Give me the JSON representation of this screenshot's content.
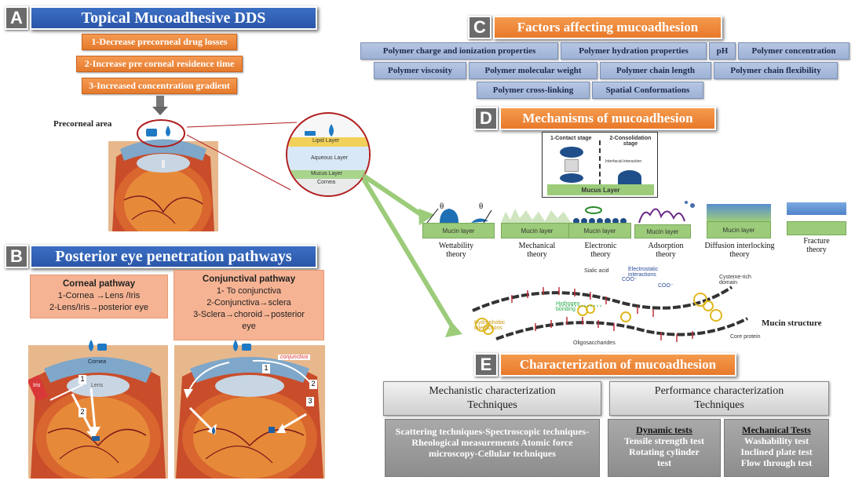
{
  "sectionA": {
    "letter": "A",
    "title": "Topical Mucoadhesive DDS",
    "steps": [
      "1-Decrease precorneal drug losses",
      "2-Increase pre corneal residence time",
      "3-Increased concentration gradient"
    ],
    "precorneal_label": "Precorneal area",
    "layers": {
      "lipid": "Lipid Layer",
      "aqueous": "Aqueous Layer",
      "mucus": "Mucus Layer",
      "cornea": "Cornea"
    }
  },
  "sectionB": {
    "letter": "B",
    "title": "Posterior eye penetration pathways",
    "corneal": {
      "heading": "Corneal pathway",
      "lines": [
        "1-Cornea →Lens /Iris",
        "2-Lens/Iris→posterior eye"
      ]
    },
    "conjunctival": {
      "heading": "Conjunctival pathway",
      "lines": [
        "1- To conjunctiva",
        "2-Conjunctiva→sclera",
        "3-Sclera→choroid→posterior",
        "eye"
      ]
    },
    "eye1_labels": {
      "cornea": "Cornea",
      "lens": "Lens",
      "iris": "Iris",
      "n1": "1",
      "n2": "2"
    },
    "eye2_labels": {
      "conjunctiva": "conjunctiva",
      "n1": "1",
      "n2": "2",
      "n3": "3"
    }
  },
  "sectionC": {
    "letter": "C",
    "title": "Factors affecting mucoadhesion",
    "factors_row1": [
      "Polymer charge and ionization properties",
      "Polymer hydration properties",
      "pH",
      "Polymer concentration"
    ],
    "factors_row2": [
      "Polymer viscosity",
      "Polymer molecular weight",
      "Polymer chain length",
      "Polymer chain flexibility"
    ],
    "factors_row3": [
      "Polymer cross-linking",
      "Spatial Conformations"
    ]
  },
  "sectionD": {
    "letter": "D",
    "title": "Mechanisms of mucoadhesion",
    "stages": {
      "contact": "1-Contact stage",
      "consolidation": "2-Consolidation stage",
      "interaction": "Interfacial interaction",
      "mucus": "Mucus Layer"
    },
    "theories": [
      {
        "name": "Wettability theory",
        "bar": "Mucin layer"
      },
      {
        "name": "Mechanical theory",
        "bar": "Mucin layer"
      },
      {
        "name": "Electronic theory",
        "bar": "Mucin layer"
      },
      {
        "name": "Adsorption theory",
        "bar": "Mucin layer"
      },
      {
        "name": "Diffusion interlocking theory",
        "bar": "Mucin layer"
      },
      {
        "name": "Fracture theory",
        "bar": ""
      }
    ],
    "mucin": {
      "label": "Mucin structure",
      "sialic": "Sialic acid",
      "electrostatic": "Electrostatic interactions",
      "coo1": "COO⁻",
      "coo2": "COO⁻",
      "cysteine": "Cysteine-rich domain",
      "hbond": "Hydrogen bonding",
      "hydrophobic": "Hydrophobic interactions",
      "oligo": "Oligosaccharides",
      "core": "Core protein",
      "theta": "θ"
    }
  },
  "sectionE": {
    "letter": "E",
    "title": "Characterization of mucoadhesion",
    "mechanistic_title": "Mechanistic characterization Techniques",
    "mechanistic_body": "Scattering techniques-Spectroscopic techniques-Rheological measurements Atomic force microscopy-Cellular techniques",
    "performance_title": "Performance characterization Techniques",
    "dynamic": {
      "heading": "Dynamic tests",
      "lines": [
        "Tensile strength test",
        "Rotating cylinder test"
      ]
    },
    "mechanical": {
      "heading": "Mechanical Tests",
      "lines": [
        "Washability test",
        "Inclined plate test",
        "Flow through test"
      ]
    }
  },
  "colors": {
    "orange": "#e8792a",
    "blue": "#2a56a8",
    "factor": "#a9bcdc",
    "green": "#9ccc7a",
    "salmon": "#f6b393"
  }
}
